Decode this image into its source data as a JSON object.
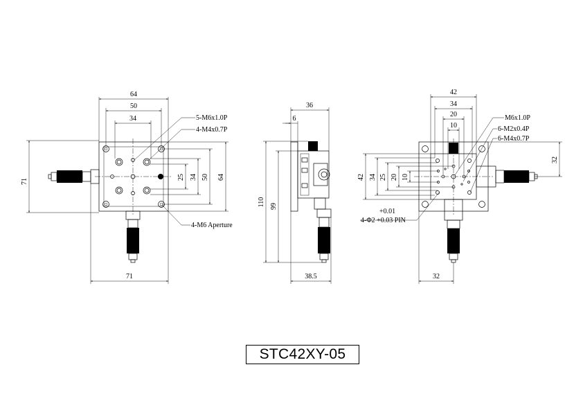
{
  "model": "STC42XY-05",
  "views": {
    "top": {
      "dims": {
        "w64": "64",
        "w50": "50",
        "w34": "34",
        "h71": "71",
        "w71": "71",
        "v25": "25",
        "v34": "34",
        "v50": "50",
        "v64": "64"
      },
      "callouts": {
        "m6x10": "5-M6x1.0P",
        "m4x07": "4-M4x0.7P",
        "aperture": "4-M6 Aperture"
      }
    },
    "side": {
      "dims": {
        "d36": "36",
        "d6": "6",
        "d110": "110",
        "d99": "99",
        "d385": "38.5"
      }
    },
    "bottom": {
      "dims": {
        "d42": "42",
        "d34": "34",
        "d20": "20",
        "d10": "10",
        "v42": "42",
        "v34": "34",
        "v25": "25",
        "v20": "20",
        "v10": "10",
        "v32": "32",
        "h32": "32"
      },
      "callouts": {
        "m6": "M6x1.0P",
        "m2": "6-M2x0.4P",
        "m4": "6-M4x0.7P",
        "tol": "+0.01",
        "pin": "4-Φ2 +0.03 PIN"
      }
    }
  }
}
